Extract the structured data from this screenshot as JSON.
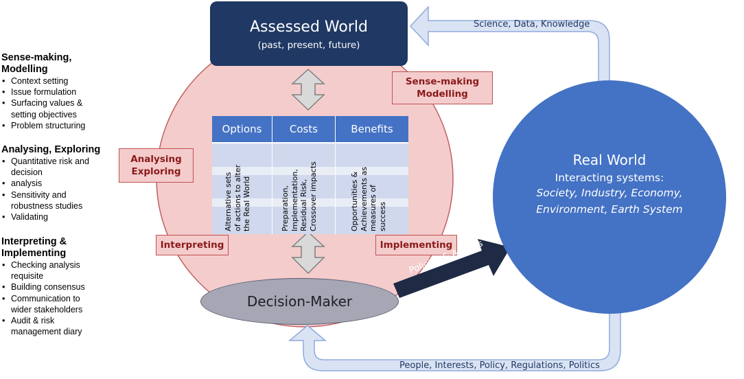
{
  "sidebar": {
    "sections": [
      {
        "title": "Sense-making,",
        "title2": "Modelling",
        "items": [
          "Context setting",
          "Issue formulation",
          "Surfacing values &",
          "setting objectives",
          "Problem structuring"
        ]
      },
      {
        "title": "Analysing, Exploring",
        "items": [
          "Quantitative risk and",
          "decision",
          "analysis",
          "Sensitivity and",
          "robustness studies",
          "Validating"
        ]
      },
      {
        "title": "Interpreting &",
        "title2": "Implementing",
        "items": [
          "Checking analysis",
          "requisite",
          "Building consensus",
          "Communication to",
          "wider stakeholders",
          "Audit & risk",
          "management diary"
        ]
      }
    ]
  },
  "assessed_world": {
    "title": "Assessed World",
    "subtitle": "(past, present, future)"
  },
  "labels": {
    "sense_making": "Sense-making",
    "modelling": "Modelling",
    "analysing": "Analysing",
    "exploring": "Exploring",
    "interpreting": "Interpreting",
    "implementing": "Implementing"
  },
  "table": {
    "headers": [
      "Options",
      "Costs",
      "Benefits"
    ],
    "cells": [
      [
        "Alternative sets",
        "of actions to alter",
        "the Real World"
      ],
      [
        "Preparation,",
        "Implementation,",
        "Residual Risk,",
        "Crossover impacts"
      ],
      [
        "Opportunities &",
        "Achievements as",
        "measures of",
        "success"
      ]
    ]
  },
  "decision_maker": "Decision-Maker",
  "policies_actions": "Policies & Actions",
  "real_world": {
    "title": "Real World",
    "subtitle": "Interacting systems:",
    "lines": [
      "Society, Industry, Economy,",
      "Environment, Earth System"
    ]
  },
  "flows": {
    "top": "Science, Data, Knowledge",
    "bottom": "People, Interests, Policy, Regulations, Politics"
  },
  "colors": {
    "assessed_box": "#1f3864",
    "pink_circle": "#f4cccc",
    "label_red": "#8b1a1a",
    "blue": "#4472c4",
    "flow_arrow": "#dae3f3",
    "decision": "#a6a6b4"
  }
}
